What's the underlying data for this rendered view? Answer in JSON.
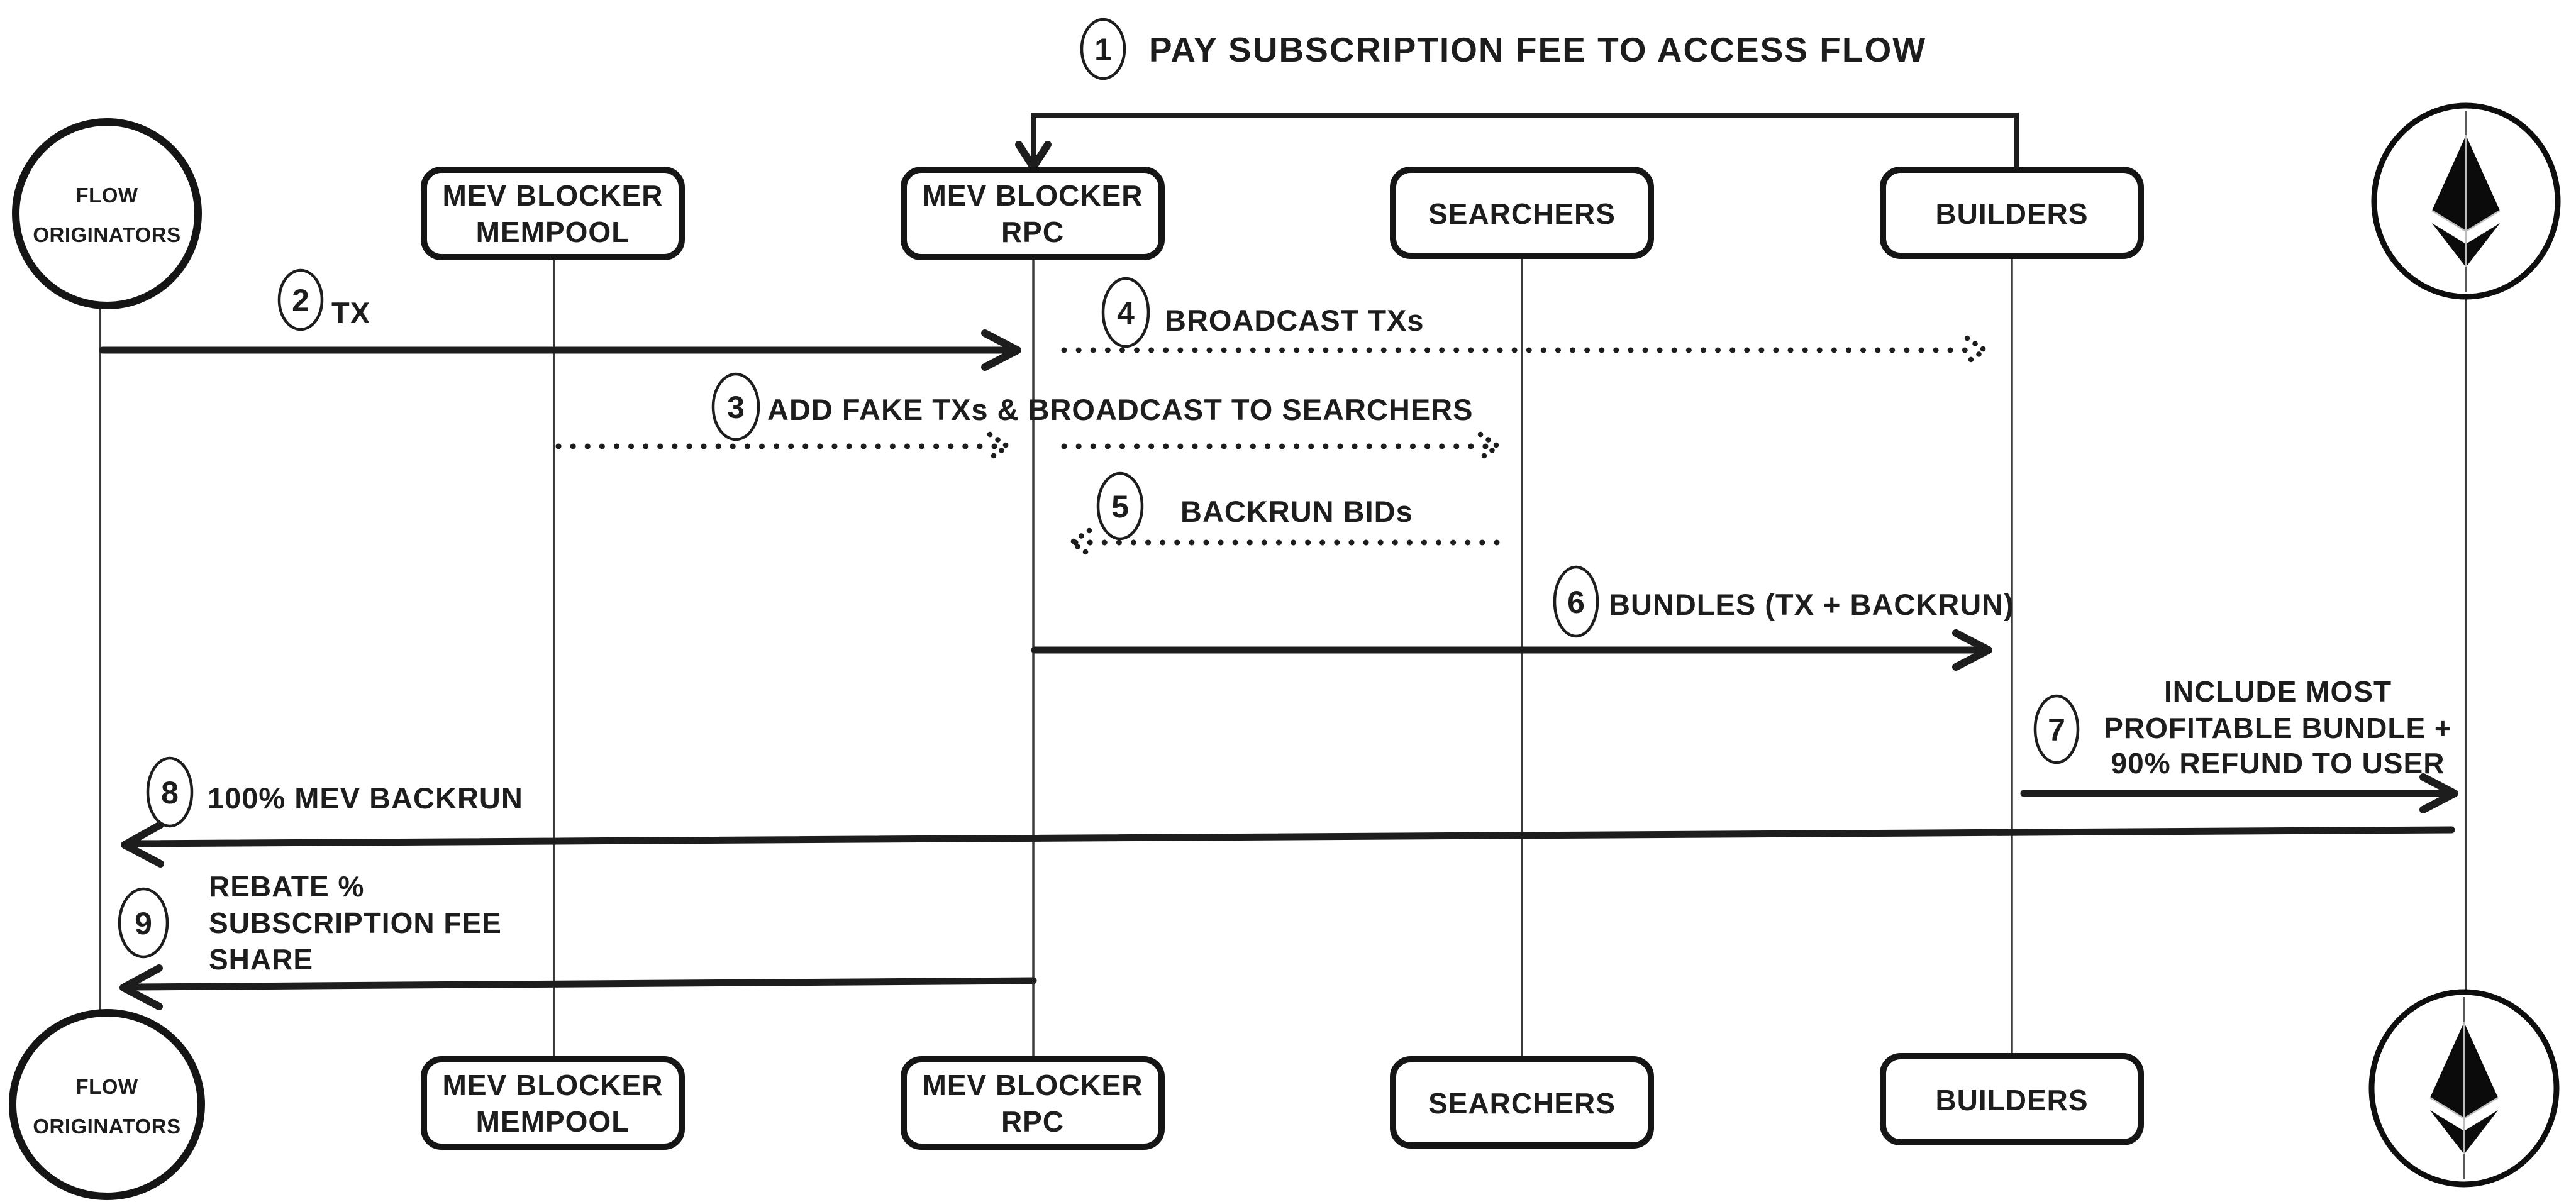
{
  "diagram": {
    "background": "#ffffff",
    "ink": "#1d1d1d",
    "title_step": {
      "number": "1",
      "label": "PAY SUBSCRIPTION FEE TO ACCESS FLOW"
    },
    "actors": {
      "flow_originators": {
        "line1": "FLOW",
        "line2": "ORIGINATORS"
      },
      "mev_blocker_mempool": {
        "line1": "MEV BLOCKER",
        "line2": "MEMPOOL"
      },
      "mev_blocker_rpc": {
        "line1": "MEV BLOCKER",
        "line2": "RPC"
      },
      "searchers": {
        "label": "SEARCHERS"
      },
      "builders": {
        "label": "BUILDERS"
      },
      "ethereum": {
        "icon": "ethereum-logo"
      }
    },
    "messages": {
      "m2": {
        "number": "2",
        "label": "TX"
      },
      "m3": {
        "number": "3",
        "label": "ADD FAKE TXs & BROADCAST TO SEARCHERS"
      },
      "m4": {
        "number": "4",
        "label": "BROADCAST TXs"
      },
      "m5": {
        "number": "5",
        "label": "BACKRUN BIDs"
      },
      "m6": {
        "number": "6",
        "label": "BUNDLES (TX + BACKRUN)"
      },
      "m7": {
        "number": "7",
        "line1": "INCLUDE MOST",
        "line2": "PROFITABLE BUNDLE +",
        "line3": "90% REFUND TO USER"
      },
      "m8": {
        "number": "8",
        "label": "100% MEV BACKRUN"
      },
      "m9": {
        "number": "9",
        "line1": "REBATE %",
        "line2": "SUBSCRIPTION FEE",
        "line3": "SHARE"
      }
    }
  }
}
